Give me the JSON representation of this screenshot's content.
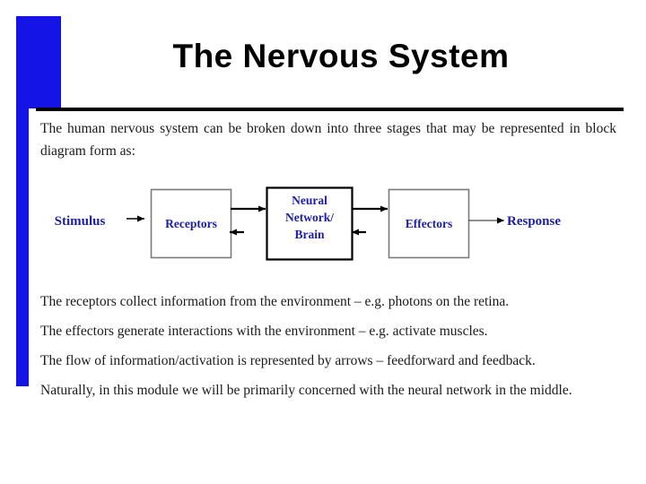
{
  "slide": {
    "title": "The Nervous System",
    "accent_color": "#1414e6",
    "label_color": "#1d1da8",
    "text_color": "#1a1a1a",
    "intro_paragraph": "The human nervous system can be broken down into three stages that may be represented in block diagram form as:",
    "body_paragraphs": [
      "The receptors collect information from the environment – e.g. photons on the retina.",
      "The effectors generate interactions with the environment – e.g. activate muscles.",
      "The flow of information/activation is represented by arrows – feedforward and feedback.",
      "Naturally, in this module we will be primarily concerned with the neural network in the middle."
    ]
  },
  "diagram": {
    "input_label": "Stimulus",
    "output_label": "Response",
    "boxes": [
      {
        "id": "receptors",
        "label": "Receptors"
      },
      {
        "id": "neural-network",
        "label_line1": "Neural",
        "label_line2": "Network/",
        "label_line3": "Brain"
      },
      {
        "id": "effectors",
        "label": "Effectors"
      }
    ],
    "arrows": [
      {
        "name": "stimulus-to-receptors",
        "direction": "right"
      },
      {
        "name": "receptors-to-brain-feedforward",
        "direction": "right"
      },
      {
        "name": "brain-to-receptors-feedback",
        "direction": "left"
      },
      {
        "name": "brain-to-effectors-feedforward",
        "direction": "right"
      },
      {
        "name": "effectors-to-brain-feedback",
        "direction": "left"
      },
      {
        "name": "effectors-to-response",
        "direction": "right"
      }
    ]
  }
}
